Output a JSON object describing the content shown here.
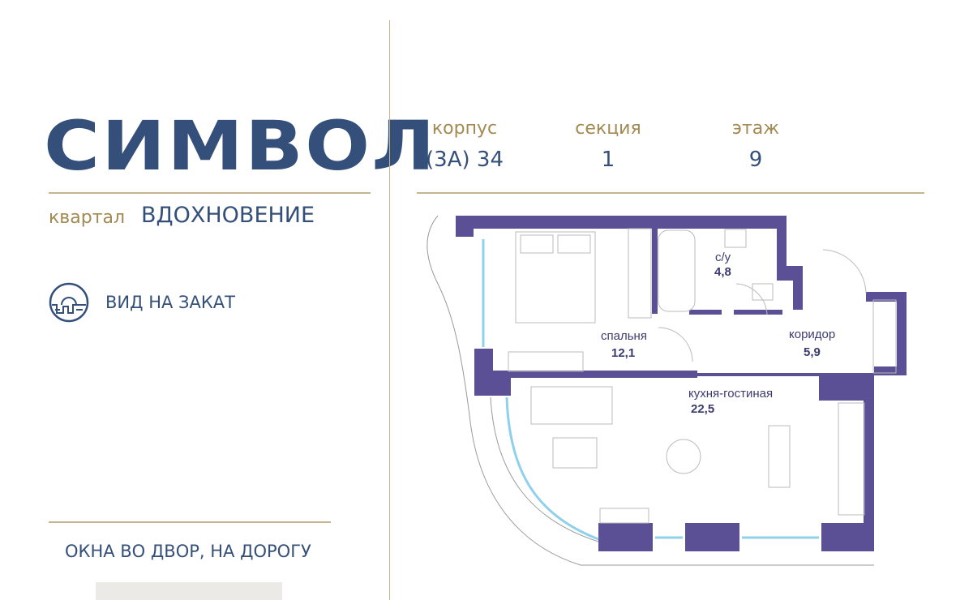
{
  "brand": {
    "logo": "СИМВОЛ",
    "district_label": "квартал",
    "district_name": "ВДОХНОВЕНИЕ"
  },
  "view": {
    "icon": "sunset-view-icon",
    "text": "ВИД НА ЗАКАТ"
  },
  "windows": {
    "text": "ОКНА ВО ДВОР, НА ДОРОГУ"
  },
  "info": [
    {
      "label": "корпус",
      "value": "(3А) 34"
    },
    {
      "label": "секция",
      "value": "1"
    },
    {
      "label": "этаж",
      "value": "9"
    }
  ],
  "rooms": [
    {
      "name": "с/у",
      "area": "4,8"
    },
    {
      "name": "спальня",
      "area": "12,1"
    },
    {
      "name": "коридор",
      "area": "5,9"
    },
    {
      "name": "кухня-гостиная",
      "area": "22,5"
    }
  ],
  "colors": {
    "wall": "#5b4f95",
    "window": "#8fd0ea",
    "brand": "#34507a",
    "gold": "#a28a52"
  }
}
